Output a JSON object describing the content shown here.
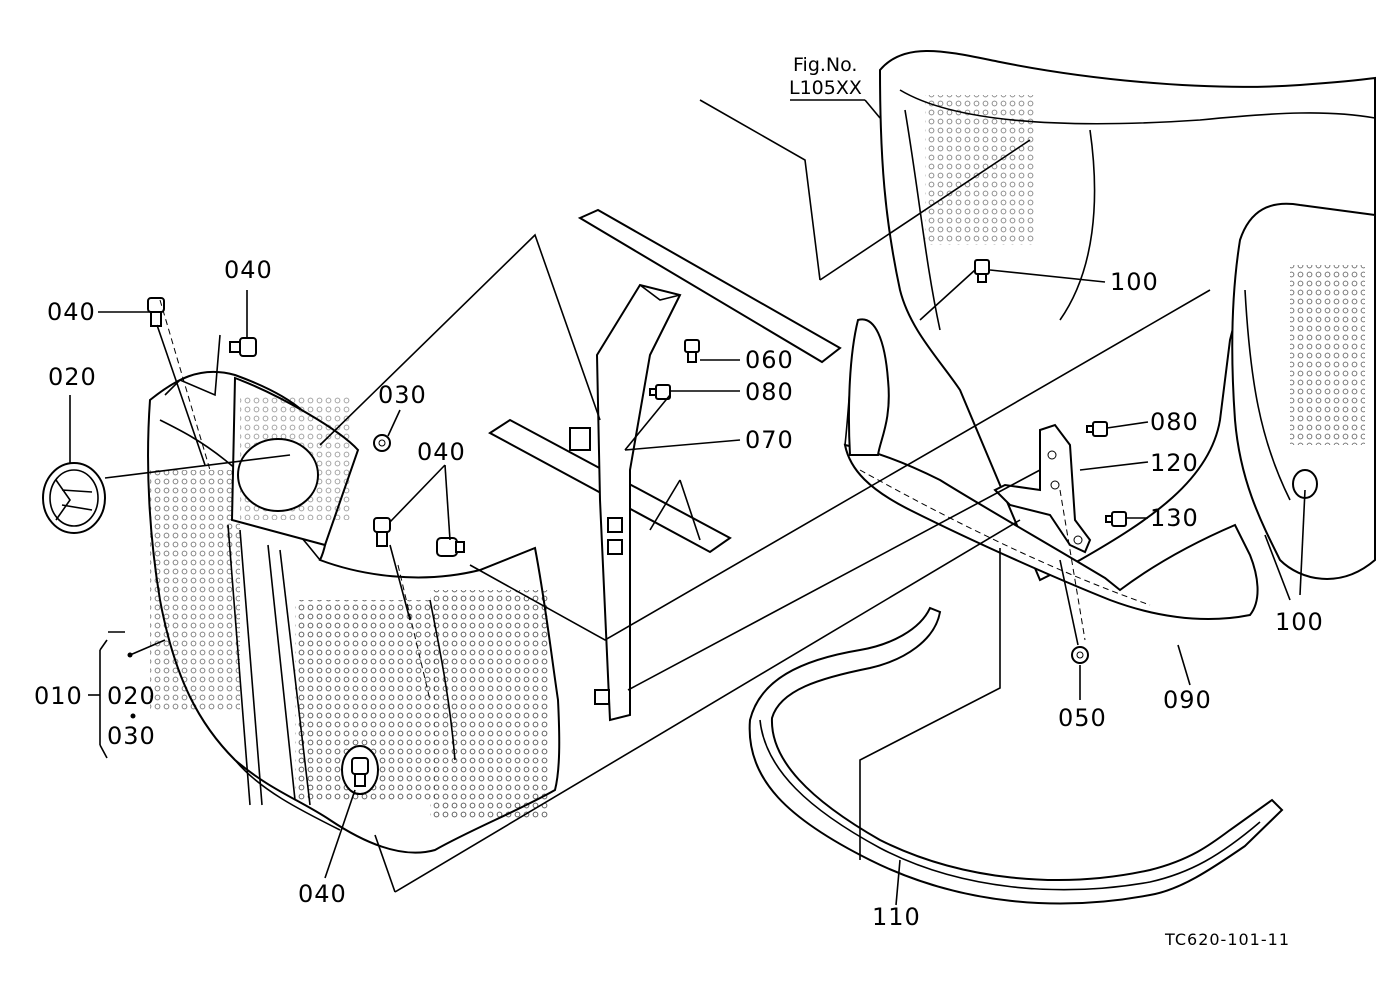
{
  "figure_ref": {
    "line1": "Fig.No.",
    "line2": "L105XX"
  },
  "drawing_id": "TC620-101-11",
  "callouts": {
    "p010": "010",
    "p020a": "020",
    "p020b": "020",
    "p030a": "030",
    "p030b": "030",
    "p040a": "040",
    "p040b": "040",
    "p040c": "040",
    "p040d": "040",
    "p050": "050",
    "p060": "060",
    "p070": "070",
    "p080a": "080",
    "p080b": "080",
    "p090": "090",
    "p100a": "100",
    "p100b": "100",
    "p110": "110",
    "p120": "120",
    "p130": "130"
  }
}
